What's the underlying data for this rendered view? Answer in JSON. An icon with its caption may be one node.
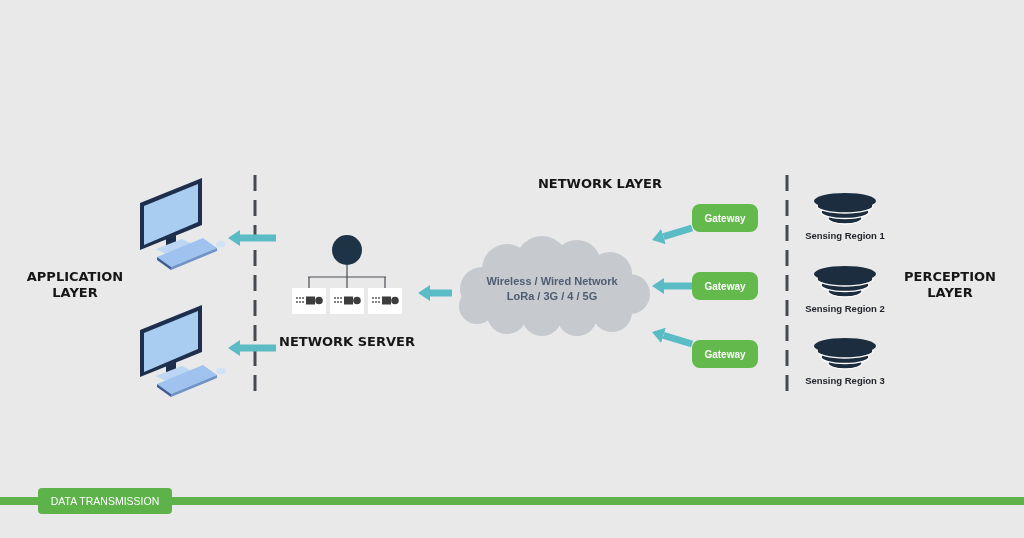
{
  "diagram": {
    "nodes": [
      {
        "text": [],
        "shape": "picture"
      },
      {
        "text": [],
        "shape": "picture"
      },
      {
        "text": [
          "NETWORK SERVER"
        ]
      },
      {
        "text": [
          "Wireless / Wired Network LoRa / 3G / 4 / 5G"
        ]
      },
      {
        "text": [
          "Gateway"
        ]
      },
      {
        "text": [
          "Gateway"
        ]
      },
      {
        "text": [
          "Gateway"
        ]
      },
      {
        "text": [
          "Sensing Region 1"
        ]
      },
      {
        "text": [
          "Sensing Region 2"
        ]
      },
      {
        "text": [
          "Sensing Region 3"
        ]
      },
      {
        "text": [
          "DATA TRANSMISSION"
        ]
      }
    ],
    "edges": [
      {
        "from": 2,
        "to": 0,
        "arrow": "to"
      },
      {
        "from": 2,
        "to": 1,
        "arrow": "to"
      },
      {
        "from": 3,
        "to": 2,
        "arrow": "to"
      },
      {
        "from": 4,
        "to": 3,
        "arrow": "to"
      },
      {
        "from": 5,
        "to": 3,
        "arrow": "to"
      },
      {
        "from": 6,
        "to": 3,
        "arrow": "to"
      }
    ],
    "labels": [
      "NETWORK LAYER",
      "APPLICATION LAYER",
      "PERCEPTION LAYER"
    ]
  }
}
